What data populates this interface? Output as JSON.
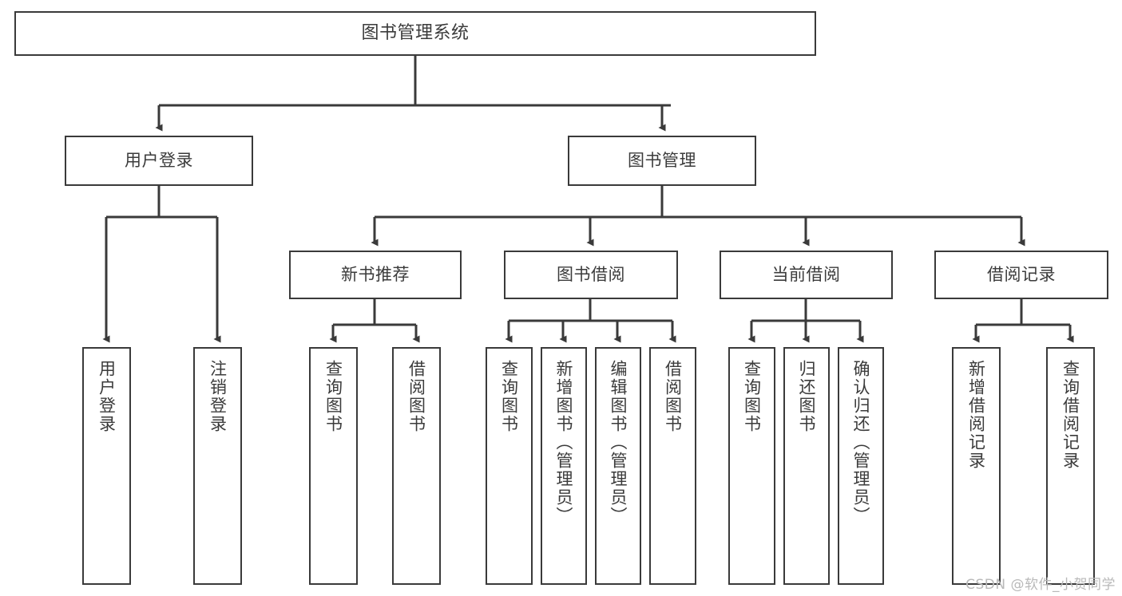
{
  "diagram": {
    "title": "图书管理系统",
    "watermark": "CSDN @软件_小贺同学",
    "stroke_color": "#3a3a3a",
    "text_color": "#3b3b3b",
    "background": "#ffffff",
    "root": {
      "label": "图书管理系统"
    },
    "level2": [
      {
        "label": "用户登录"
      },
      {
        "label": "图书管理"
      }
    ],
    "level3": [
      {
        "label": "新书推荐"
      },
      {
        "label": "图书借阅"
      },
      {
        "label": "当前借阅"
      },
      {
        "label": "借阅记录"
      }
    ],
    "leaves": [
      {
        "label": "用户登录"
      },
      {
        "label": "注销登录"
      },
      {
        "label": "查询图书"
      },
      {
        "label": "借阅图书"
      },
      {
        "label": "查询图书"
      },
      {
        "label": "新增图书（管理员）"
      },
      {
        "label": "编辑图书（管理员）"
      },
      {
        "label": "借阅图书"
      },
      {
        "label": "查询图书"
      },
      {
        "label": "归还图书"
      },
      {
        "label": "确认归还（管理员）"
      },
      {
        "label": "新增借阅记录"
      },
      {
        "label": "查询借阅记录"
      }
    ]
  }
}
